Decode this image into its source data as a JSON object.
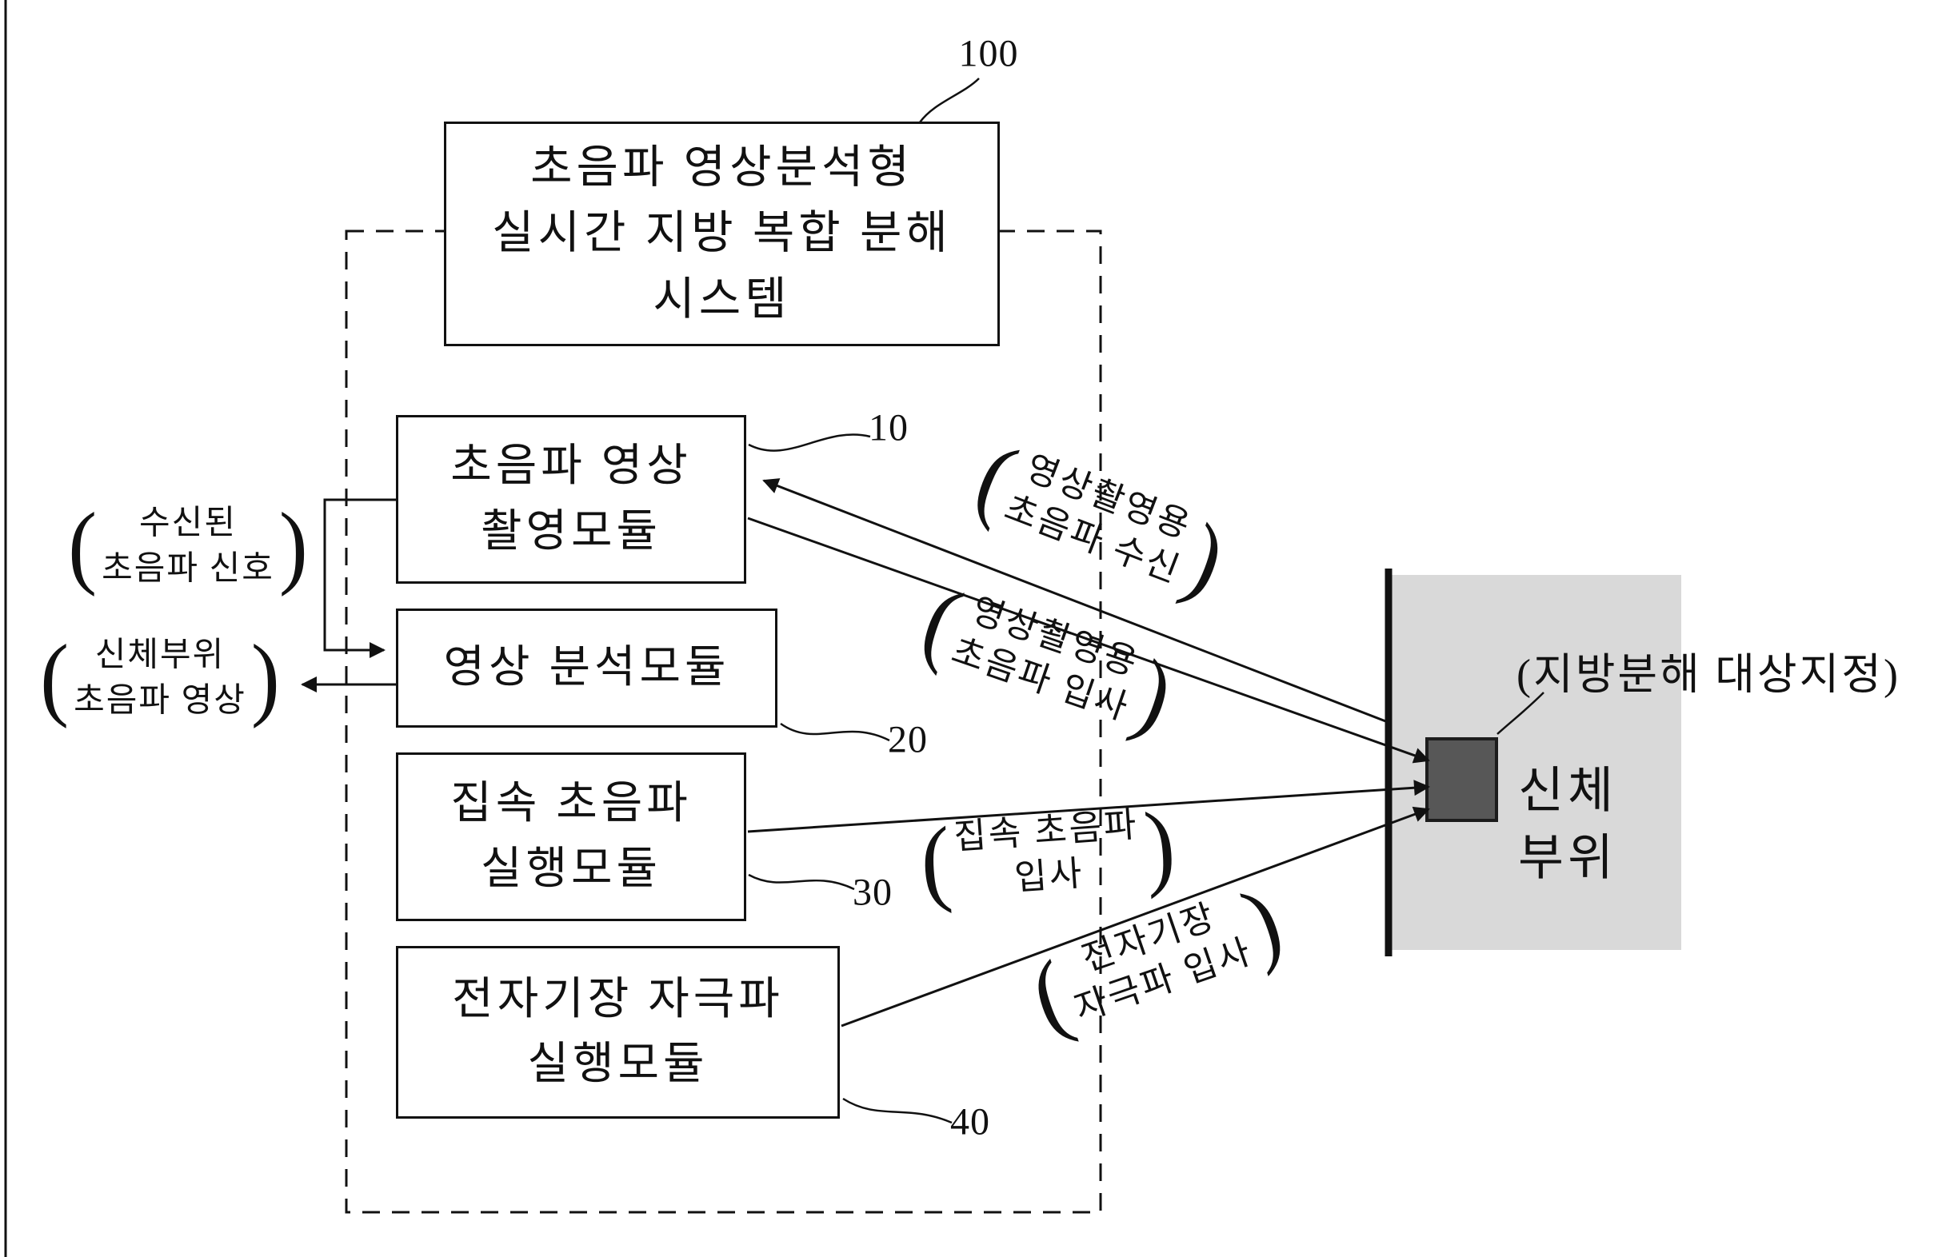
{
  "refs": {
    "system": "100",
    "module_imaging": "10",
    "module_analysis": "20",
    "module_focused": "30",
    "module_emf": "40"
  },
  "system_box": {
    "title": "초음파 영상분석형\n실시간 지방 복합 분해\n시스템"
  },
  "modules": {
    "imaging": "초음파 영상\n촬영모듈",
    "analysis": "영상 분석모듈",
    "focused": "집속 초음파\n실행모듈",
    "emf": "전자기장 자극파\n실행모듈"
  },
  "left_annotations": {
    "received_signal": "수신된\n초음파 신호",
    "body_image": "신체부위\n초음파 영상"
  },
  "arrow_labels": {
    "ultrasound_receive": "영상촬영용\n초음파 수신",
    "ultrasound_incident": "영상촬영용\n초음파 입사",
    "focused_incident": "집속 초음파\n입사",
    "emf_incident": "전자기장\n자극파 입사"
  },
  "body": {
    "target_label": "(지방분해 대상지정)",
    "body_part": "신체\n부위"
  },
  "punctuation": {
    "open_paren": "(",
    "close_paren": ")"
  },
  "colors": {
    "line": "#111111",
    "body_region_fill": "#d9d9d9",
    "target_fill": "#575757"
  }
}
